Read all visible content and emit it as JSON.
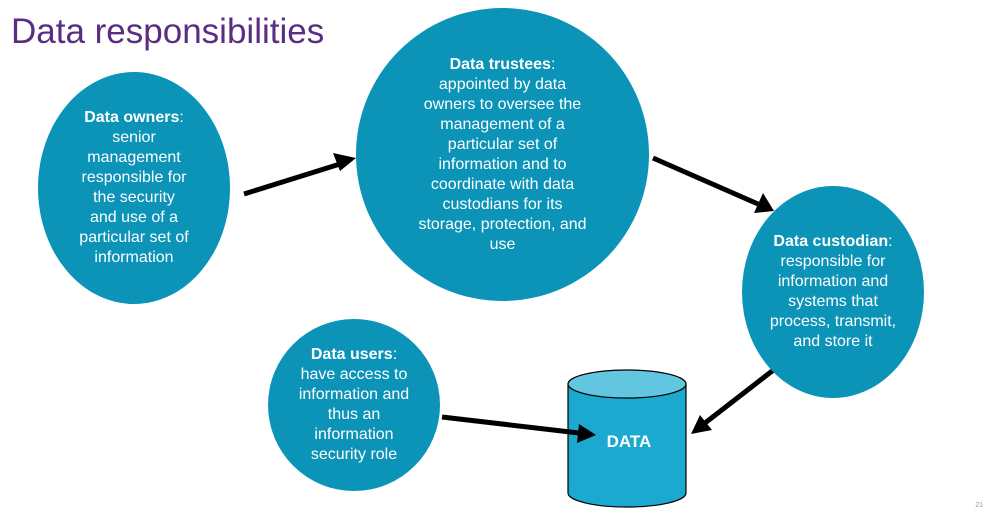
{
  "title": "Data responsibilities",
  "roles": {
    "owners": {
      "name": "Data owners",
      "colon": ":",
      "description": "senior management responsible for the security and use of a particular set of information"
    },
    "trustees": {
      "name": "Data trustees",
      "colon": ":",
      "description": "appointed by data owners to oversee the management of a particular set of information and to coordinate with data custodians for its storage, protection, and use"
    },
    "custodian": {
      "name": "Data custodian",
      "colon": ":",
      "description": "responsible for information and systems that process, transmit, and store it"
    },
    "users": {
      "name": "Data users",
      "colon": ":",
      "description": "have access to information and thus an information security role"
    }
  },
  "store": {
    "label": "DATA"
  },
  "page_number": "21",
  "colors": {
    "title": "#5a2d82",
    "circle": "#0b93b8",
    "cylinder_body": "#1ba9d0",
    "cylinder_top": "#63c6e0",
    "arrow": "#000000"
  }
}
